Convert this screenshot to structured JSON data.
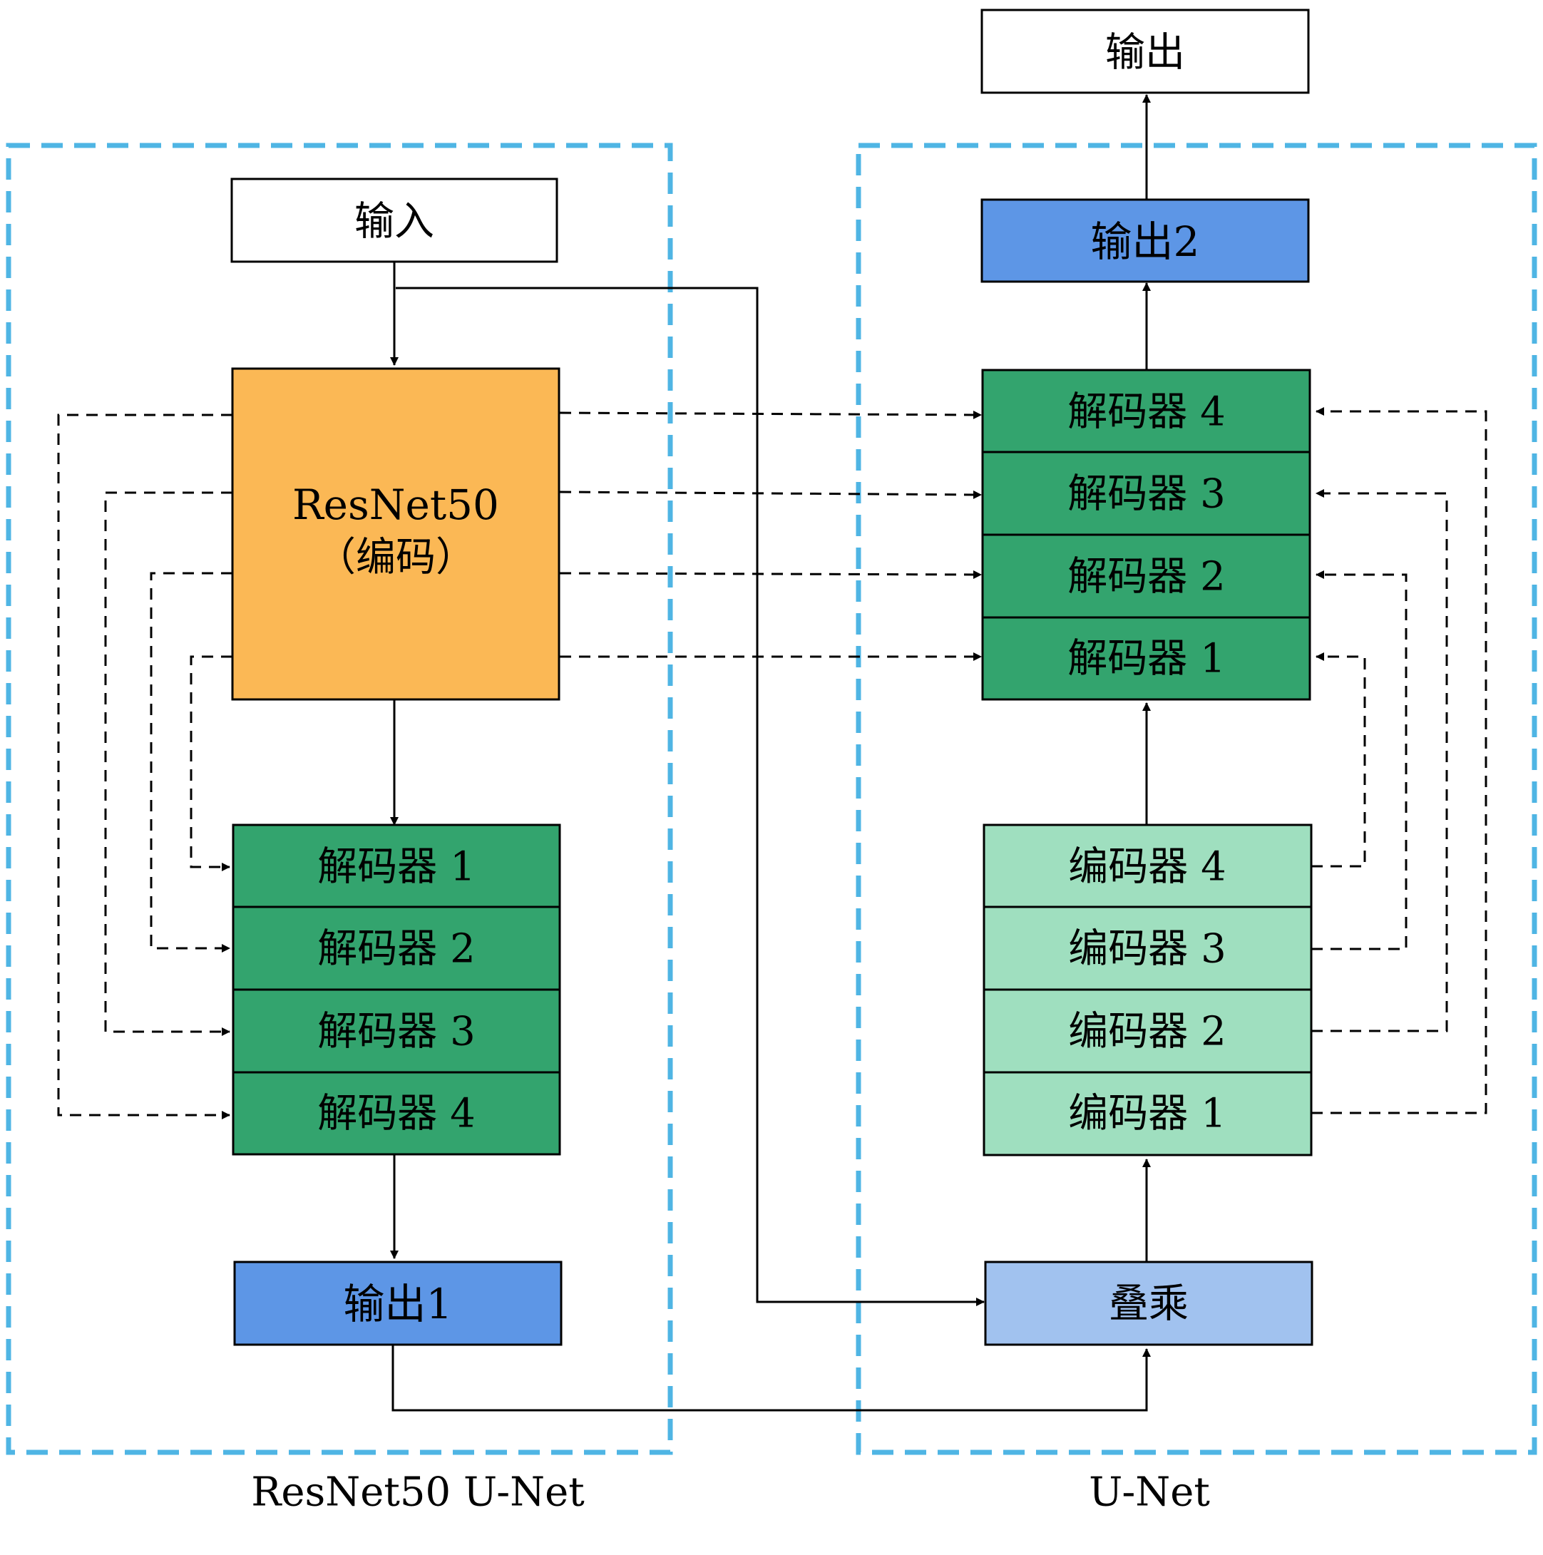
{
  "colors": {
    "region_border": "#4fb5e4",
    "resnet_encoder": "#fbb855",
    "decoder": "#33a46e",
    "encoder": "#9fdfbf",
    "output_box": "#5d96e6",
    "multiply_box": "#a1c2ef",
    "plain_box": "#ffffff",
    "line": "#000000"
  },
  "left_region": {
    "caption": "ResNet50 U-Net",
    "input_label": "输入",
    "encoder_label_1": "ResNet50",
    "encoder_label_2": "（编码）",
    "decoders": [
      "解码器 1",
      "解码器 2",
      "解码器 3",
      "解码器 4"
    ],
    "output_label": "输出1"
  },
  "right_region": {
    "caption": "U-Net",
    "final_output_label": "输出",
    "output_label": "输出2",
    "decoders": [
      "解码器 4",
      "解码器 3",
      "解码器 2",
      "解码器 1"
    ],
    "encoders": [
      "编码器 4",
      "编码器 3",
      "编码器 2",
      "编码器 1"
    ],
    "multiply_label": "叠乘"
  }
}
